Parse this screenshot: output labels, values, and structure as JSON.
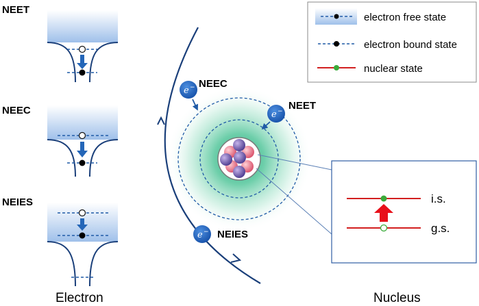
{
  "panels": [
    {
      "label": "NEET"
    },
    {
      "label": "NEEC"
    },
    {
      "label": "NEIES"
    }
  ],
  "axis_labels": {
    "left": "Electron",
    "right": "Nucleus"
  },
  "legend": {
    "free": "electron free state",
    "bound": "electron bound state",
    "nuclear": "nuclear state"
  },
  "atom": {
    "electron_symbol": "e",
    "electron_charge": "−",
    "labels": {
      "neec": "NEEC",
      "neet": "NEET",
      "neies": "NEIES"
    }
  },
  "nucleus_states": {
    "excited": "i.s.",
    "ground": "g.s."
  },
  "colors": {
    "accent_blue": "#1f5aa6",
    "light_blue": "#9fc0ea",
    "nuclear_red": "#d21f1f",
    "nuclear_green": "#3aab3a",
    "glow_green": "#34b98a"
  }
}
